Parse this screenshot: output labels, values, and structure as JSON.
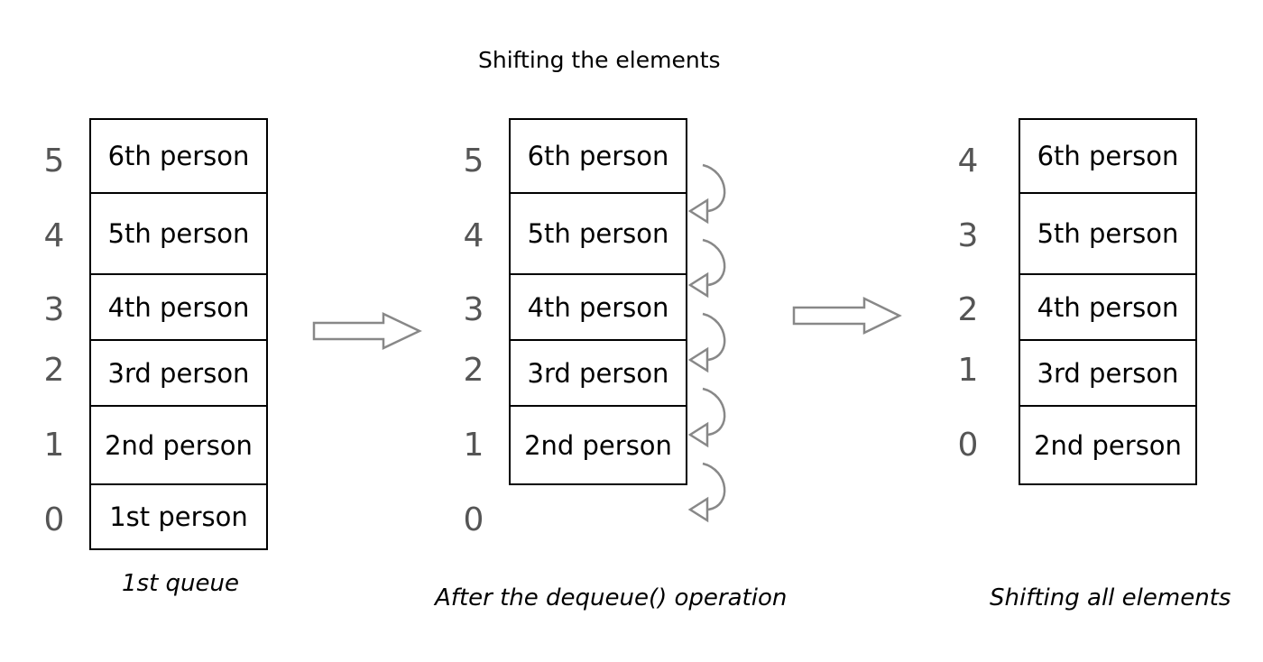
{
  "title": "Shifting the elements",
  "queues": [
    {
      "caption": "1st queue",
      "cells": [
        "6th person",
        "5th person",
        "4th person",
        "3rd person",
        "2nd person",
        "1st person"
      ],
      "indices": [
        "5",
        "4",
        "3",
        "2",
        "1",
        "0"
      ]
    },
    {
      "caption": "After the dequeue() operation",
      "cells": [
        "6th person",
        "5th person",
        "4th person",
        "3rd person",
        "2nd person"
      ],
      "indices": [
        "5",
        "4",
        "3",
        "2",
        "1",
        "0"
      ]
    },
    {
      "caption": "Shifting all elements",
      "cells": [
        "6th person",
        "5th person",
        "4th person",
        "3rd person",
        "2nd person"
      ],
      "indices": [
        "4",
        "3",
        "2",
        "1",
        "0"
      ]
    }
  ]
}
